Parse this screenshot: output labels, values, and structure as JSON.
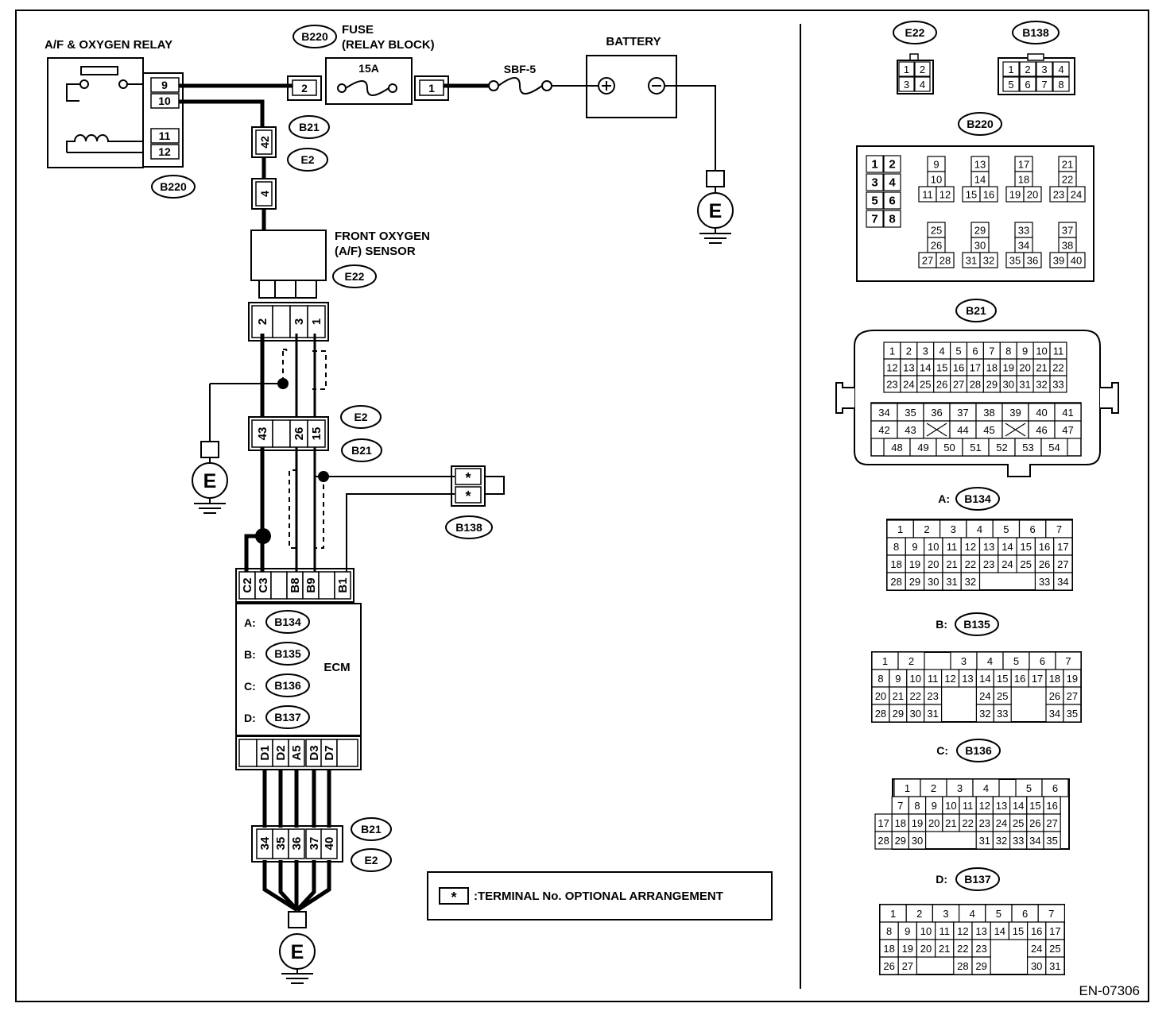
{
  "labels": {
    "relay": "A/F & OXYGEN RELAY",
    "fuse_line1": "FUSE",
    "fuse_line2": "(RELAY BLOCK)",
    "fuse_rating": "15A",
    "sbf": "SBF-5",
    "battery": "BATTERY",
    "sensor_line1": "FRONT OXYGEN",
    "sensor_line2": "(A/F) SENSOR",
    "ecm": "ECM",
    "ground": "E",
    "legend_star": "*",
    "legend_text": ":TERMINAL No. OPTIONAL ARRANGEMENT",
    "figure_id": "EN-07306"
  },
  "connectors": {
    "B220": "B220",
    "B21": "B21",
    "E2": "E2",
    "E22": "E22",
    "B138": "B138",
    "B134": "B134",
    "B135": "B135",
    "B136": "B136",
    "B137": "B137"
  },
  "ecm_prefixes": {
    "a": "A:",
    "b": "B:",
    "c": "C:",
    "d": "D:"
  },
  "relay_pins": [
    "9",
    "10",
    "11",
    "12"
  ],
  "fuse_pins": [
    "2",
    "1"
  ],
  "b21_e2_top": [
    "42",
    "4"
  ],
  "sensor_pins": [
    "2",
    "",
    "3",
    "1"
  ],
  "mid_joint": [
    "43",
    "",
    "26",
    "15"
  ],
  "b138_pins": [
    "*",
    "*"
  ],
  "ecm_top_pins": [
    "C2",
    "C3",
    "",
    "B8",
    "B9",
    "",
    "B1"
  ],
  "ecm_bottom_pins": [
    "D1",
    "D2",
    "A5",
    "D3",
    "D7"
  ],
  "bottom_joint": [
    "34",
    "35",
    "36",
    "37",
    "40"
  ],
  "connector_views": {
    "E22": [
      [
        "1",
        "2"
      ],
      [
        "3",
        "4"
      ]
    ],
    "B138": [
      [
        "1",
        "2",
        "3",
        "4"
      ],
      [
        "5",
        "6",
        "7",
        "8"
      ]
    ],
    "B220": {
      "pairs": [
        [
          "1",
          "2"
        ],
        [
          "3",
          "4"
        ],
        [
          "5",
          "6"
        ],
        [
          "7",
          "8"
        ]
      ],
      "groups_top": [
        [
          "9",
          "10",
          "11",
          "12"
        ],
        [
          "13",
          "14",
          "15",
          "16"
        ],
        [
          "17",
          "18",
          "19",
          "20"
        ],
        [
          "21",
          "22",
          "23",
          "24"
        ]
      ],
      "groups_bottom": [
        [
          "25",
          "26",
          "27",
          "28"
        ],
        [
          "29",
          "30",
          "31",
          "32"
        ],
        [
          "33",
          "34",
          "35",
          "36"
        ],
        [
          "37",
          "38",
          "39",
          "40"
        ]
      ]
    },
    "B21": {
      "row1": [
        "1",
        "2",
        "3",
        "4",
        "5",
        "6",
        "7",
        "8",
        "9",
        "10",
        "11"
      ],
      "row2": [
        "12",
        "13",
        "14",
        "15",
        "16",
        "17",
        "18",
        "19",
        "20",
        "21",
        "22"
      ],
      "row3": [
        "23",
        "24",
        "25",
        "26",
        "27",
        "28",
        "29",
        "30",
        "31",
        "32",
        "33"
      ],
      "row4": [
        "34",
        "35",
        "36",
        "37",
        "38",
        "39",
        "40",
        "41"
      ],
      "row5": [
        "42",
        "43",
        "",
        "44",
        "45",
        "",
        "46",
        "47"
      ],
      "row6": [
        "48",
        "49",
        "50",
        "51",
        "52",
        "53",
        "54"
      ]
    },
    "B134": {
      "row1": [
        "1",
        "2",
        "3",
        "4",
        "5",
        "6",
        "7"
      ],
      "row2": [
        "8",
        "9",
        "10",
        "11",
        "12",
        "13",
        "14",
        "15",
        "16",
        "17"
      ],
      "row3": [
        "18",
        "19",
        "20",
        "21",
        "22",
        "23",
        "24",
        "25",
        "26",
        "27"
      ],
      "row4": [
        "28",
        "29",
        "30",
        "31",
        "32",
        "",
        "",
        "",
        "33",
        "34"
      ]
    },
    "B135": {
      "row1": [
        "1",
        "2",
        "",
        "3",
        "4",
        "5",
        "6",
        "7"
      ],
      "row2": [
        "8",
        "9",
        "10",
        "11",
        "12",
        "13",
        "14",
        "15",
        "16",
        "17",
        "18",
        "19"
      ],
      "row3": [
        "20",
        "21",
        "22",
        "23",
        "",
        "",
        "24",
        "25",
        "",
        "",
        "26",
        "27"
      ],
      "row4": [
        "28",
        "29",
        "30",
        "31",
        "",
        "",
        "32",
        "33",
        "",
        "",
        "34",
        "35"
      ]
    },
    "B136": {
      "row1": [
        "1",
        "2",
        "3",
        "4",
        "",
        "5",
        "6"
      ],
      "row2": [
        "",
        "7",
        "8",
        "9",
        "10",
        "11",
        "12",
        "13",
        "14",
        "15",
        "16"
      ],
      "row3": [
        "17",
        "18",
        "19",
        "20",
        "21",
        "22",
        "23",
        "24",
        "25",
        "26",
        "27"
      ],
      "row4": [
        "28",
        "29",
        "30",
        "",
        "",
        "",
        "31",
        "32",
        "33",
        "34",
        "35"
      ]
    },
    "B137": {
      "row1": [
        "1",
        "2",
        "3",
        "4",
        "5",
        "6",
        "7"
      ],
      "row2": [
        "8",
        "9",
        "10",
        "11",
        "12",
        "13",
        "14",
        "15",
        "16",
        "17"
      ],
      "row3": [
        "18",
        "19",
        "20",
        "21",
        "22",
        "23",
        "",
        "",
        "24",
        "25"
      ],
      "row4": [
        "26",
        "27",
        "",
        "",
        "28",
        "29",
        "",
        "",
        "30",
        "31"
      ]
    }
  }
}
